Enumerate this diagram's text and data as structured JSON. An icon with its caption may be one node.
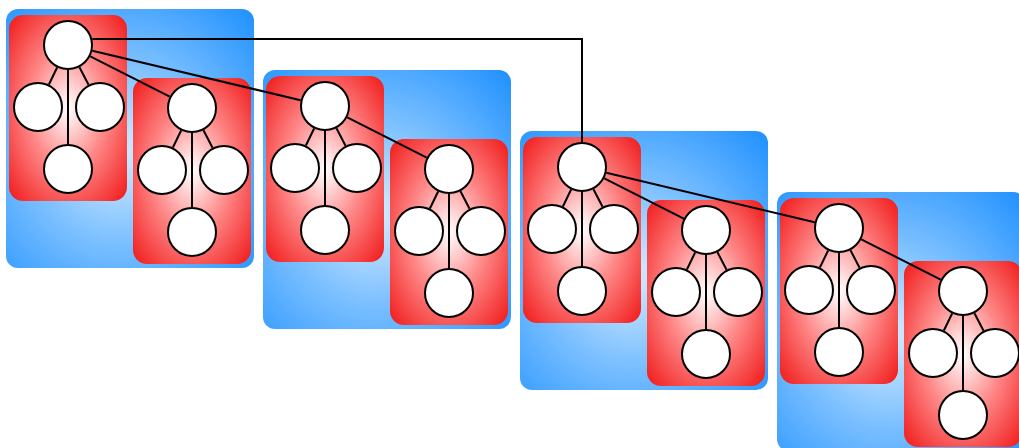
{
  "diagram": {
    "nodes": [
      {
        "text": [],
        "shape": "box"
      },
      {
        "text": [],
        "shape": "box",
        "in": 0
      },
      {
        "text": [],
        "shape": "circle",
        "in": 1
      },
      {
        "text": [],
        "shape": "circle",
        "in": 1
      },
      {
        "text": [],
        "shape": "circle",
        "in": 1
      },
      {
        "text": [],
        "shape": "circle",
        "in": 1
      },
      {
        "text": [],
        "shape": "box",
        "in": 0
      },
      {
        "text": [],
        "shape": "circle",
        "in": 6
      },
      {
        "text": [],
        "shape": "circle",
        "in": 6
      },
      {
        "text": [],
        "shape": "circle",
        "in": 6
      },
      {
        "text": [],
        "shape": "circle",
        "in": 6
      },
      {
        "text": [],
        "shape": "box"
      },
      {
        "text": [],
        "shape": "box",
        "in": 11
      },
      {
        "text": [],
        "shape": "circle",
        "in": 12
      },
      {
        "text": [],
        "shape": "circle",
        "in": 12
      },
      {
        "text": [],
        "shape": "circle",
        "in": 12
      },
      {
        "text": [],
        "shape": "circle",
        "in": 12
      },
      {
        "text": [],
        "shape": "box",
        "in": 11
      },
      {
        "text": [],
        "shape": "circle",
        "in": 17
      },
      {
        "text": [],
        "shape": "circle",
        "in": 17
      },
      {
        "text": [],
        "shape": "circle",
        "in": 17
      },
      {
        "text": [],
        "shape": "circle",
        "in": 17
      },
      {
        "text": [],
        "shape": "box"
      },
      {
        "text": [],
        "shape": "box",
        "in": 22
      },
      {
        "text": [],
        "shape": "circle",
        "in": 23
      },
      {
        "text": [],
        "shape": "circle",
        "in": 23
      },
      {
        "text": [],
        "shape": "circle",
        "in": 23
      },
      {
        "text": [],
        "shape": "circle",
        "in": 23
      },
      {
        "text": [],
        "shape": "box",
        "in": 22
      },
      {
        "text": [],
        "shape": "circle",
        "in": 28
      },
      {
        "text": [],
        "shape": "circle",
        "in": 28
      },
      {
        "text": [],
        "shape": "circle",
        "in": 28
      },
      {
        "text": [],
        "shape": "circle",
        "in": 28
      },
      {
        "text": [],
        "shape": "box"
      },
      {
        "text": [],
        "shape": "box",
        "in": 33
      },
      {
        "text": [],
        "shape": "circle",
        "in": 34
      },
      {
        "text": [],
        "shape": "circle",
        "in": 34
      },
      {
        "text": [],
        "shape": "circle",
        "in": 34
      },
      {
        "text": [],
        "shape": "circle",
        "in": 34
      },
      {
        "text": [],
        "shape": "box",
        "in": 33
      },
      {
        "text": [],
        "shape": "circle",
        "in": 39
      },
      {
        "text": [],
        "shape": "circle",
        "in": 39
      },
      {
        "text": [],
        "shape": "circle",
        "in": 39
      },
      {
        "text": [],
        "shape": "circle",
        "in": 39
      }
    ],
    "edges": [
      {
        "from": 2,
        "to": 3,
        "arrow": "none"
      },
      {
        "from": 2,
        "to": 4,
        "arrow": "none"
      },
      {
        "from": 2,
        "to": 5,
        "arrow": "none"
      },
      {
        "from": 7,
        "to": 8,
        "arrow": "none"
      },
      {
        "from": 7,
        "to": 9,
        "arrow": "none"
      },
      {
        "from": 7,
        "to": 10,
        "arrow": "none"
      },
      {
        "from": 13,
        "to": 14,
        "arrow": "none"
      },
      {
        "from": 13,
        "to": 15,
        "arrow": "none"
      },
      {
        "from": 13,
        "to": 16,
        "arrow": "none"
      },
      {
        "from": 18,
        "to": 19,
        "arrow": "none"
      },
      {
        "from": 18,
        "to": 20,
        "arrow": "none"
      },
      {
        "from": 18,
        "to": 21,
        "arrow": "none"
      },
      {
        "from": 24,
        "to": 25,
        "arrow": "none"
      },
      {
        "from": 24,
        "to": 26,
        "arrow": "none"
      },
      {
        "from": 24,
        "to": 27,
        "arrow": "none"
      },
      {
        "from": 29,
        "to": 30,
        "arrow": "none"
      },
      {
        "from": 29,
        "to": 31,
        "arrow": "none"
      },
      {
        "from": 29,
        "to": 32,
        "arrow": "none"
      },
      {
        "from": 35,
        "to": 36,
        "arrow": "none"
      },
      {
        "from": 35,
        "to": 37,
        "arrow": "none"
      },
      {
        "from": 35,
        "to": 38,
        "arrow": "none"
      },
      {
        "from": 40,
        "to": 41,
        "arrow": "none"
      },
      {
        "from": 40,
        "to": 42,
        "arrow": "none"
      },
      {
        "from": 40,
        "to": 43,
        "arrow": "none"
      },
      {
        "from": 2,
        "to": 7,
        "arrow": "none"
      },
      {
        "from": 2,
        "to": 13,
        "arrow": "none"
      },
      {
        "from": 13,
        "to": 18,
        "arrow": "none"
      },
      {
        "from": 2,
        "to": 24,
        "arrow": "none"
      },
      {
        "from": 24,
        "to": 29,
        "arrow": "none"
      },
      {
        "from": 24,
        "to": 35,
        "arrow": "none"
      },
      {
        "from": 35,
        "to": 40,
        "arrow": "none"
      }
    ]
  }
}
